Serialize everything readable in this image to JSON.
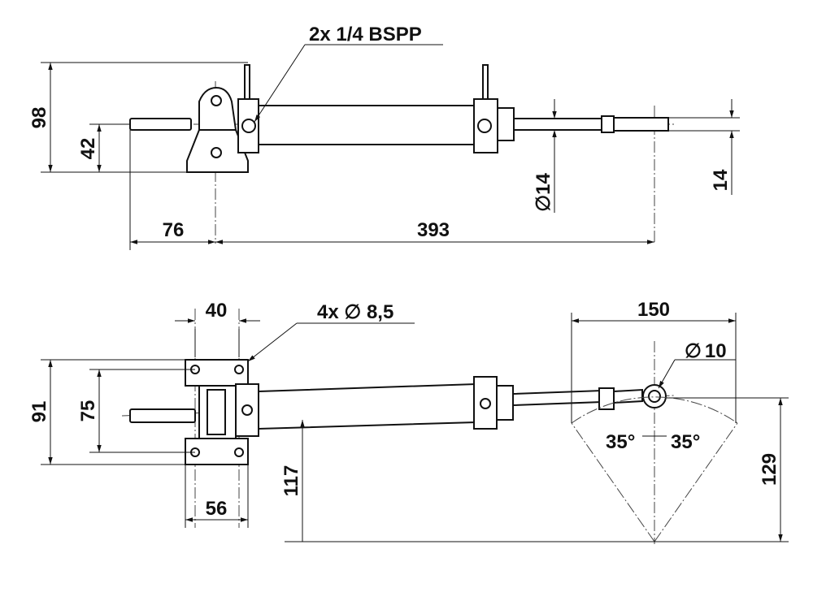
{
  "top_view": {
    "leader_label": "2x 1/4 BSPP",
    "dim_height": "98",
    "dim_center": "42",
    "dim_left": "76",
    "dim_length": "393",
    "dim_rod_symbol": "∅",
    "dim_rod": "14",
    "dim_clevis": "14"
  },
  "bottom_view": {
    "dim_hole_spacing": "40",
    "holes_label": "4x",
    "holes_symbol": "∅",
    "holes_size": "8,5",
    "dim_outer": "91",
    "dim_inner": "75",
    "dim_width": "56",
    "dim_height": "117",
    "dim_offset": "150",
    "pin_symbol": "∅",
    "pin_size": "10",
    "dim_total": "129",
    "angle_left": "35°",
    "angle_right": "35°"
  }
}
